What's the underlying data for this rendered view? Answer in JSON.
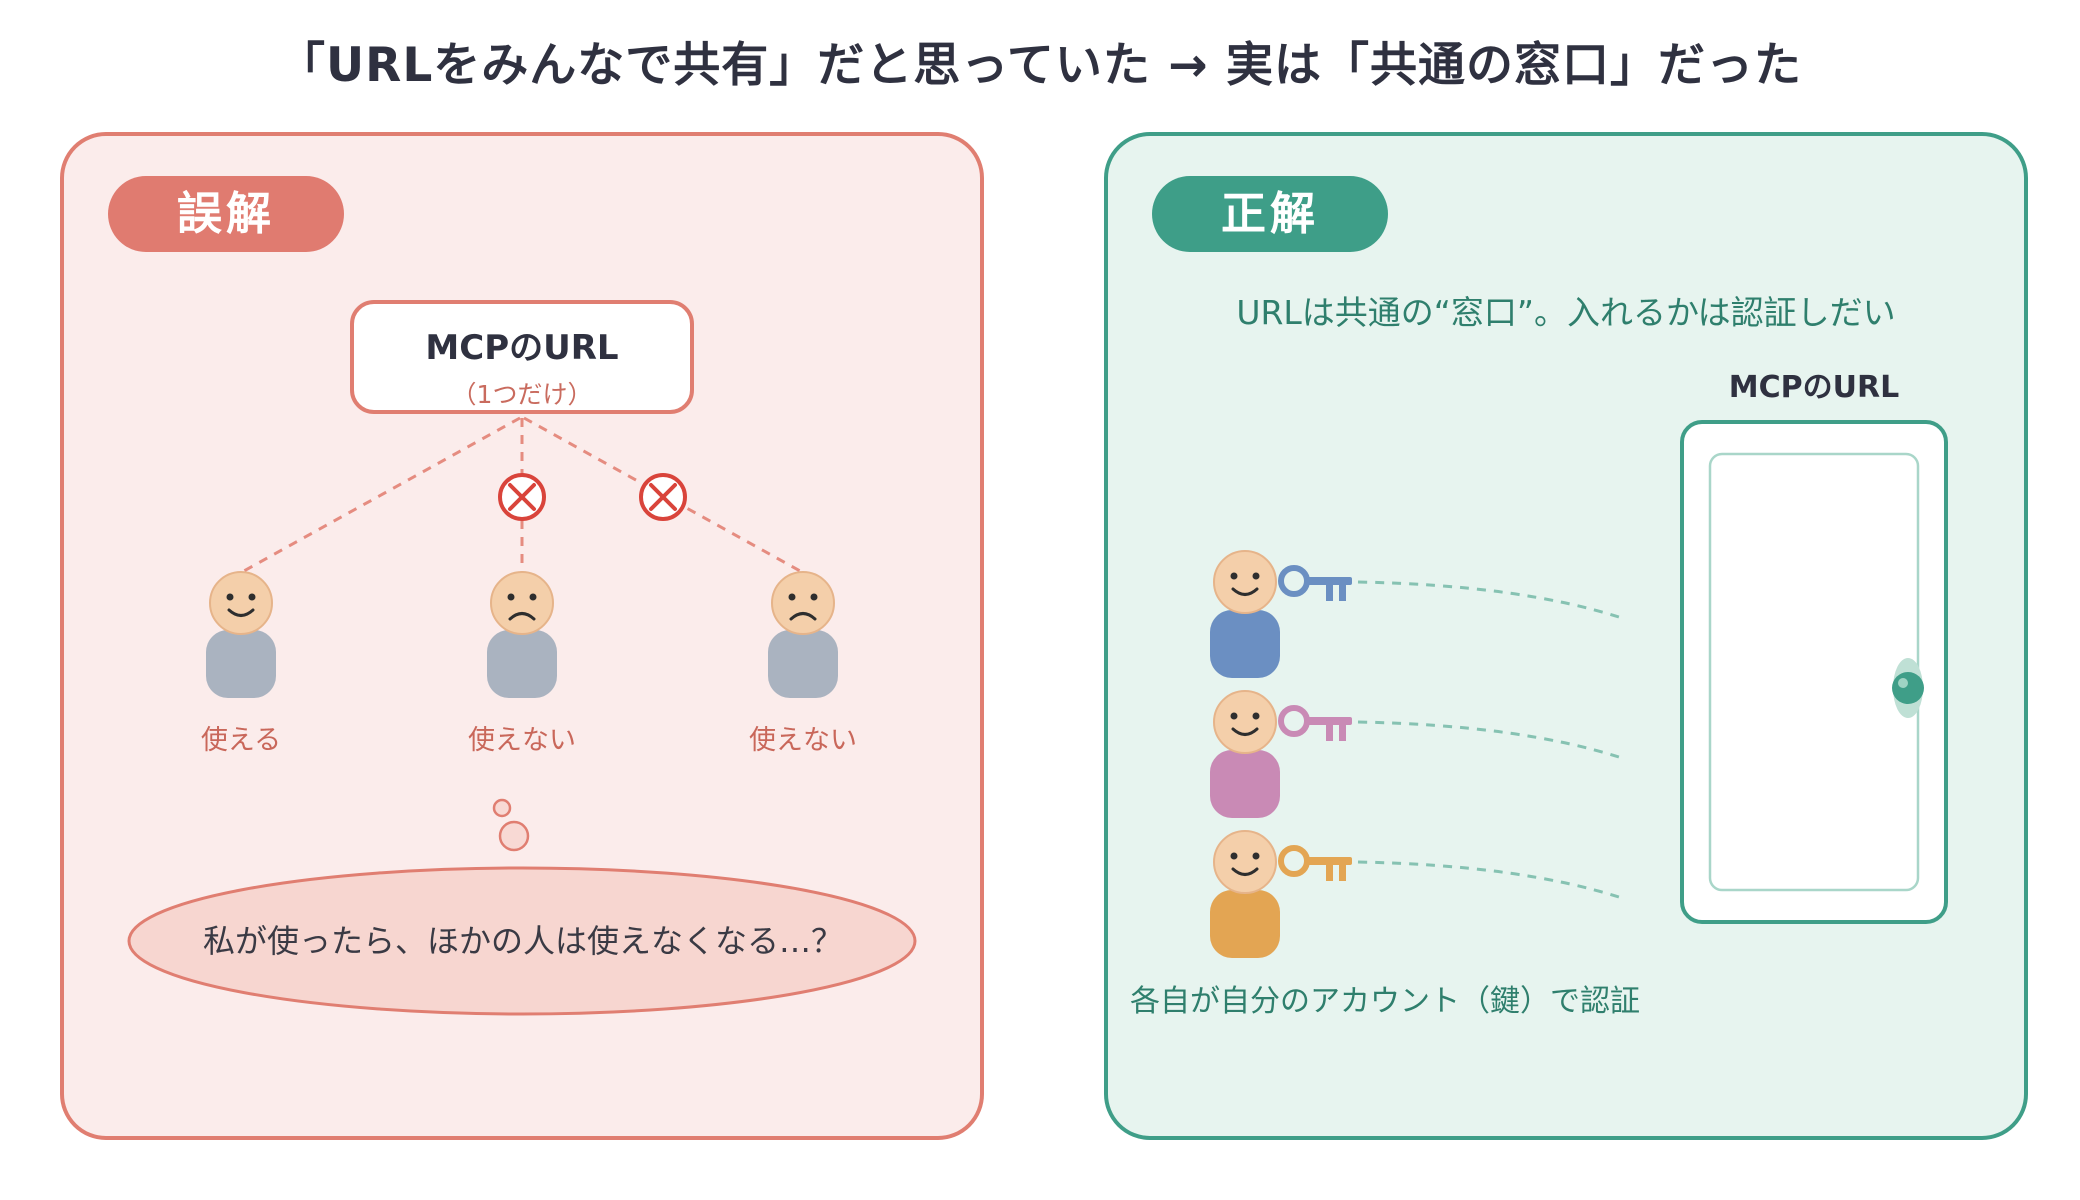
{
  "title": "「URLをみんなで共有」だと思っていた → 実は「共通の窓口」だった",
  "left_panel": {
    "badge": "誤解",
    "url_box": {
      "title": "MCPのURL",
      "subtitle": "（1つだけ）"
    },
    "users": [
      {
        "label": "使える",
        "mood": "happy",
        "blocked": false
      },
      {
        "label": "使えない",
        "mood": "sad",
        "blocked": true
      },
      {
        "label": "使えない",
        "mood": "sad",
        "blocked": true
      }
    ],
    "thought": "私が使ったら、ほかの人は使えなくなる…？",
    "icons": [
      "smiley-face-icon",
      "frown-face-icon",
      "x-circle-icon",
      "thought-bubble-icon"
    ]
  },
  "right_panel": {
    "badge": "正解",
    "note": "URLは共通の“窓口”。入れるかは認証しだい",
    "door_label": "MCPのURL",
    "users": [
      {
        "color": "#6b8fc2",
        "key_color": "#6b8fc2"
      },
      {
        "color": "#c98ab5",
        "key_color": "#c98ab5"
      },
      {
        "color": "#e3a553",
        "key_color": "#e3a553"
      }
    ],
    "bottom_note": "各自が自分のアカウント（鍵）で認証",
    "icons": [
      "key-icon",
      "door-icon"
    ]
  },
  "colors": {
    "wrong_accent": "#e07e71",
    "right_accent": "#3f9e88",
    "face": "#f4cfaa",
    "body_gray": "#aab3c0",
    "x_red": "#d9443b"
  }
}
